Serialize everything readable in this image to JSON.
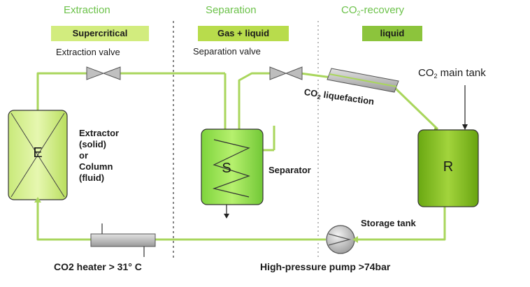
{
  "sections": {
    "extraction": {
      "title": "Extraction",
      "badge": "Supercritical"
    },
    "separation": {
      "title": "Separation",
      "badge": "Gas + liquid"
    },
    "recovery": {
      "title_prefix": "CO",
      "title_sub": "2",
      "title_suffix": "-recovery",
      "badge": "liquid"
    }
  },
  "labels": {
    "extraction_valve": "Extraction valve",
    "separation_valve": "Separation valve",
    "main_tank_prefix": "CO",
    "main_tank_sub": "2",
    "main_tank_suffix": " main tank",
    "liquefaction_prefix": "CO",
    "liquefaction_sub": "2",
    "liquefaction_suffix": " liquefaction",
    "extractor_line1": "Extractor",
    "extractor_line2": "(solid)",
    "extractor_line3": "or",
    "extractor_line4": "Column",
    "extractor_line5": "(fluid)",
    "separator": "Separator",
    "storage_tank": "Storage tank",
    "heater": "CO2 heater > 31° C",
    "pump": "High-pressure pump >74bar"
  },
  "vessels": {
    "extractor": "E",
    "separator": "S",
    "reservoir": "R"
  },
  "colors": {
    "pipe": "#a9d65c",
    "title_green": "#6cc24a",
    "badge_light": "#d2ec7e",
    "badge_mid": "#b8dc4c",
    "badge_dark": "#8cc43c",
    "vessel_light": "#d9f08f",
    "vessel_mid": "#8ee04a",
    "vessel_dark": "#7fbf1c",
    "equipment_gray": "#b9b9b9"
  }
}
